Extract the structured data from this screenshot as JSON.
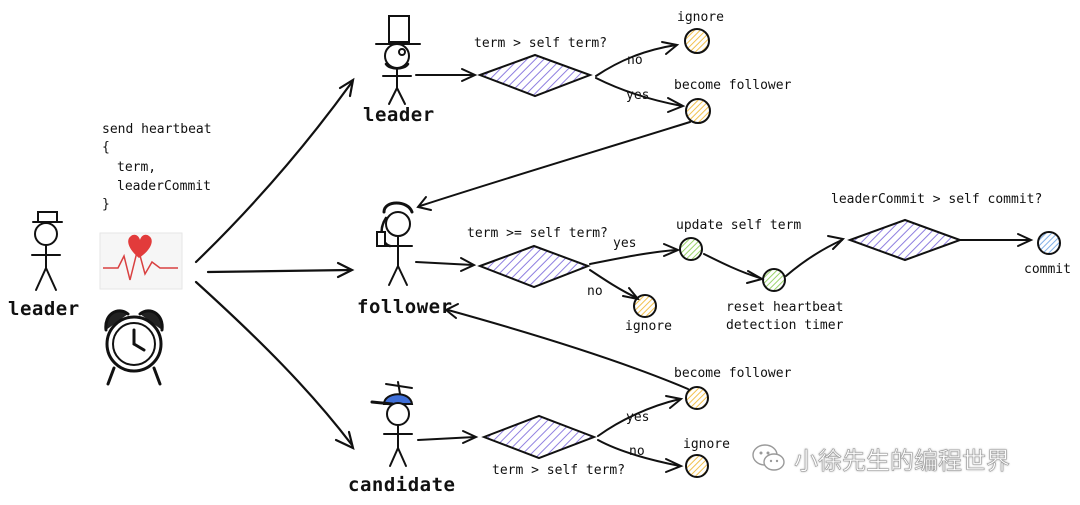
{
  "colors": {
    "decision_fill": "#8f7fe0",
    "node_yellow": "#f2c14e",
    "node_green": "#9ad36a",
    "node_blue": "#7fb0e8",
    "heart": "#e23b3b",
    "pulse": "#d94040",
    "cap_blue": "#3f6fd8",
    "ink": "#111111"
  },
  "left": {
    "role": "leader",
    "message": {
      "line1": "send heartbeat",
      "line2": "{",
      "line3": "term,",
      "line4": "leaderCommit",
      "line5": "}"
    },
    "icons": [
      "stick-figure-hat-icon",
      "heartbeat-icon",
      "alarm-clock-icon"
    ]
  },
  "top_branch": {
    "role": "leader",
    "question": "term > self term?",
    "no_label": "no",
    "yes_label": "yes",
    "no_result": "ignore",
    "yes_result": "become follower"
  },
  "middle_branch": {
    "role": "follower",
    "question": "term >= self term?",
    "yes_label": "yes",
    "no_label": "no",
    "no_result": "ignore",
    "step1": "update self term",
    "step2_line1": "reset heartbeat",
    "step2_line2": "detection timer",
    "question2": "leaderCommit > self commit?",
    "final": "commit"
  },
  "bottom_branch": {
    "role": "candidate",
    "question": "term > self term?",
    "yes_label": "yes",
    "no_label": "no",
    "yes_result": "become follower",
    "no_result": "ignore"
  },
  "watermark": {
    "text": "小徐先生的编程世界",
    "icon": "wechat-icon"
  }
}
